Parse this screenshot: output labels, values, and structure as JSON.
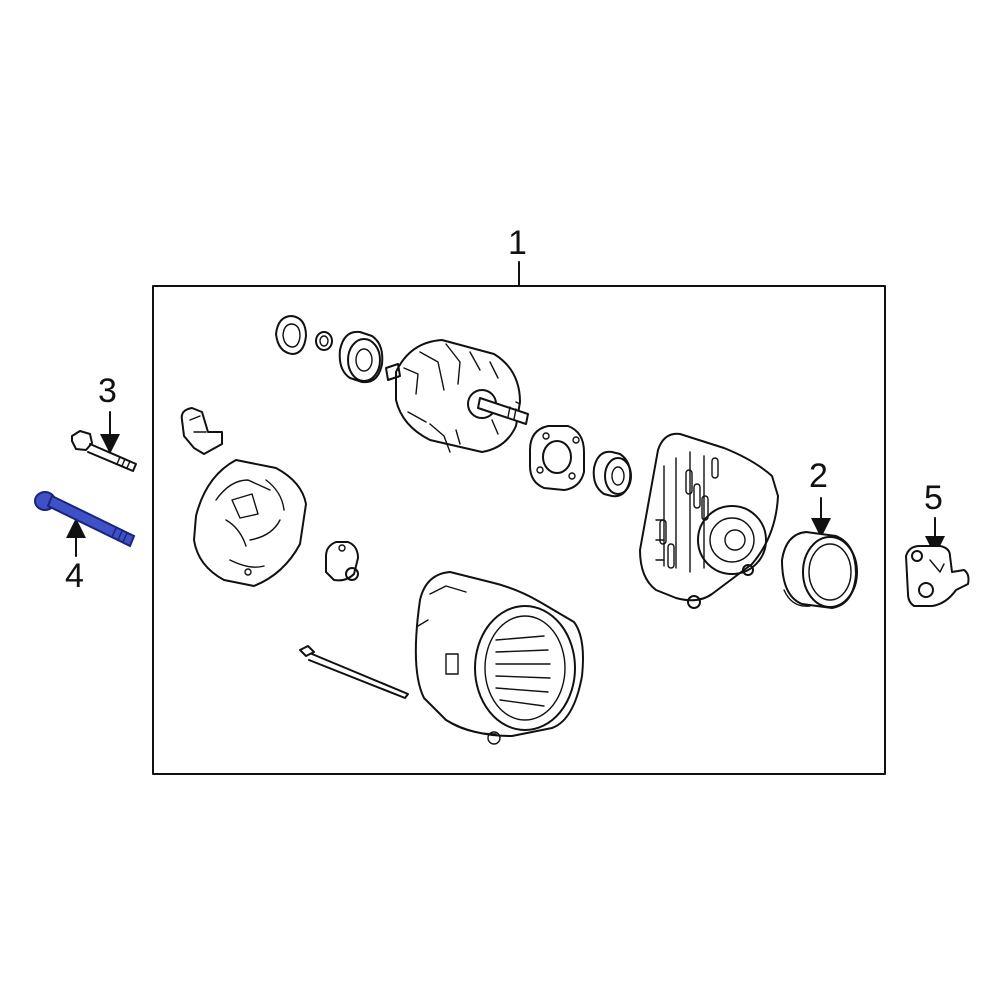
{
  "callouts": {
    "c1": "1",
    "c2": "2",
    "c3": "3",
    "c4": "4",
    "c5": "5"
  },
  "colors": {
    "highlight": "#3f51c6",
    "line": "#111111",
    "background": "#ffffff"
  }
}
